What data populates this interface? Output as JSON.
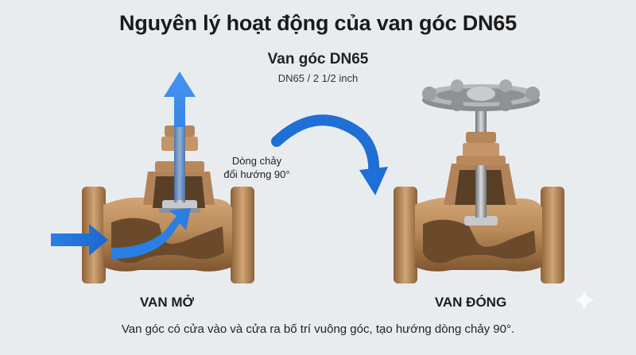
{
  "header": {
    "title": "Nguyên lý hoạt động của van góc DN65",
    "valve_name": "Van góc DN65",
    "valve_size": "DN65 / 2 1/2 inch"
  },
  "diagram": {
    "flow_note": [
      "Dòng chảy",
      "đổi hướng 90°"
    ],
    "open_label": "VAN MỞ",
    "closed_label": "VAN ĐÓNG",
    "caption": "Van góc có cửa vào và cửa ra bố trí vuông góc, tạo hướng dòng chảy 90°."
  },
  "colors": {
    "background": "#e9ecef",
    "bronze": "#b98a5a",
    "bronze_dark": "#8a5f38",
    "steel": "#a7a9ac",
    "arrow_blue": "#1f6fd6"
  }
}
